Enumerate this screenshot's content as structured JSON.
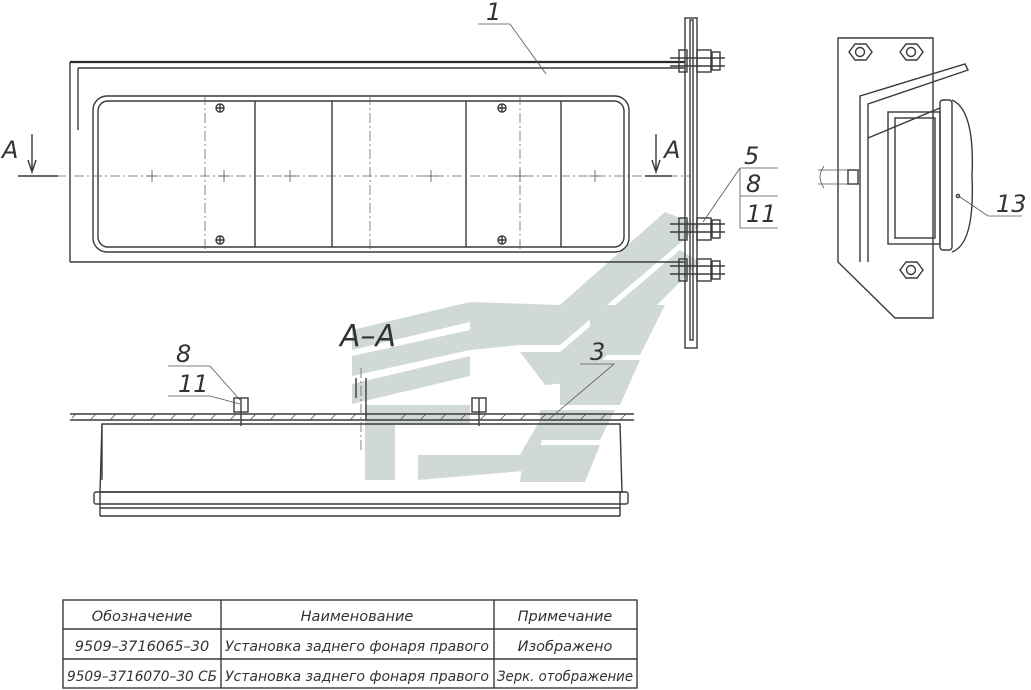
{
  "drawing": {
    "callouts": {
      "c1": "1",
      "c3": "3",
      "c5": "5",
      "c8a": "8",
      "c11a": "11",
      "c8b": "8",
      "c11b": "11",
      "c13": "13"
    },
    "section_marks": {
      "left": "A",
      "right": "A",
      "title": "A–A"
    }
  },
  "spec_table": {
    "headers": [
      "Обозначение",
      "Наименование",
      "Примечание"
    ],
    "rows": [
      [
        "9509–3716065–30",
        "Установка заднего фонаря правого",
        "Изображено"
      ],
      [
        "9509–3716070–30 СБ",
        "Установка заднего фонаря правого",
        "Зерк. отображение"
      ]
    ]
  },
  "colors": {
    "line": "#3a3a3a",
    "watermark": "#c9d3cd"
  },
  "icons": {
    "watermark": "chevron-logo-watermark",
    "bolt": "hex-nut-bolt"
  }
}
